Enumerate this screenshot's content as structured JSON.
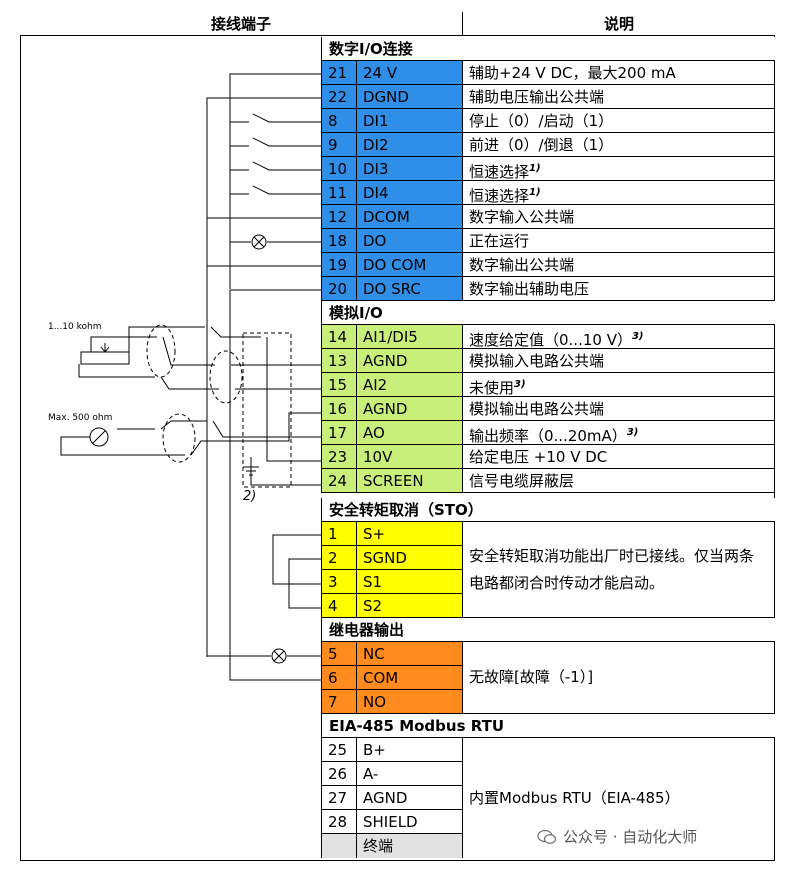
{
  "header": {
    "col1": "接线端子",
    "col2": "说明"
  },
  "sections": {
    "digital": "数字I/O连接",
    "analog": "模拟I/O",
    "sto": "安全转矩取消（STO）",
    "relay": "继电器输出",
    "modbus": "EIA-485 Modbus RTU"
  },
  "digital_rows": [
    {
      "num": "21",
      "name": "24 V",
      "desc": "辅助+24 V DC，最大200 mA"
    },
    {
      "num": "22",
      "name": "DGND",
      "desc": "辅助电压输出公共端"
    },
    {
      "num": "8",
      "name": "DI1",
      "desc": "停止（0）/启动（1）"
    },
    {
      "num": "9",
      "name": "DI2",
      "desc": "前进（0）/倒退（1）"
    },
    {
      "num": "10",
      "name": "DI3",
      "desc": "恒速选择",
      "note": "1)"
    },
    {
      "num": "11",
      "name": "DI4",
      "desc": "恒速选择",
      "note": "1)"
    },
    {
      "num": "12",
      "name": "DCOM",
      "desc": "数字输入公共端"
    },
    {
      "num": "18",
      "name": "DO",
      "desc": "正在运行"
    },
    {
      "num": "19",
      "name": "DO COM",
      "desc": "数字输出公共端"
    },
    {
      "num": "20",
      "name": "DO SRC",
      "desc": "数字输出辅助电压"
    }
  ],
  "analog_rows": [
    {
      "num": "14",
      "name": "AI1/DI5",
      "desc": "速度给定值（0...10 V）",
      "note": "3)"
    },
    {
      "num": "13",
      "name": "AGND",
      "desc": "模拟输入电路公共端"
    },
    {
      "num": "15",
      "name": "AI2",
      "desc": "未使用",
      "note": "3)"
    },
    {
      "num": "16",
      "name": "AGND",
      "desc": "模拟输出电路公共端"
    },
    {
      "num": "17",
      "name": "AO",
      "desc": "输出频率（0...20mA）",
      "note": "3)"
    },
    {
      "num": "23",
      "name": "10V",
      "desc": "给定电压 +10 V DC"
    },
    {
      "num": "24",
      "name": "SCREEN",
      "desc": "信号电缆屏蔽层"
    }
  ],
  "sto_rows": [
    {
      "num": "1",
      "name": "S+"
    },
    {
      "num": "2",
      "name": "SGND"
    },
    {
      "num": "3",
      "name": "S1"
    },
    {
      "num": "4",
      "name": "S2"
    }
  ],
  "sto_desc": "安全转矩取消功能出厂时已接线。仅当两条电路都闭合时传动才能启动。",
  "relay_rows": [
    {
      "num": "5",
      "name": "NC"
    },
    {
      "num": "6",
      "name": "COM"
    },
    {
      "num": "7",
      "name": "NO"
    }
  ],
  "relay_desc": "无故障[故障（-1）]",
  "modbus_rows": [
    {
      "num": "25",
      "name": "B+"
    },
    {
      "num": "26",
      "name": "A-"
    },
    {
      "num": "27",
      "name": "AGND"
    },
    {
      "num": "28",
      "name": "SHIELD"
    },
    {
      "num": "",
      "name": "终端"
    }
  ],
  "modbus_desc": "内置Modbus RTU（EIA-485）",
  "wiring": {
    "pot_label": "1...10 kohm",
    "meter_label": "Max. 500 ohm",
    "note2": "2)"
  },
  "watermark": "公众号 · 自动化大师",
  "colors": {
    "digital": "#2f8ee8",
    "analog": "#c8ef7a",
    "sto": "#ffff00",
    "relay": "#ff8a1e",
    "terminal": "#e2e2e2"
  }
}
